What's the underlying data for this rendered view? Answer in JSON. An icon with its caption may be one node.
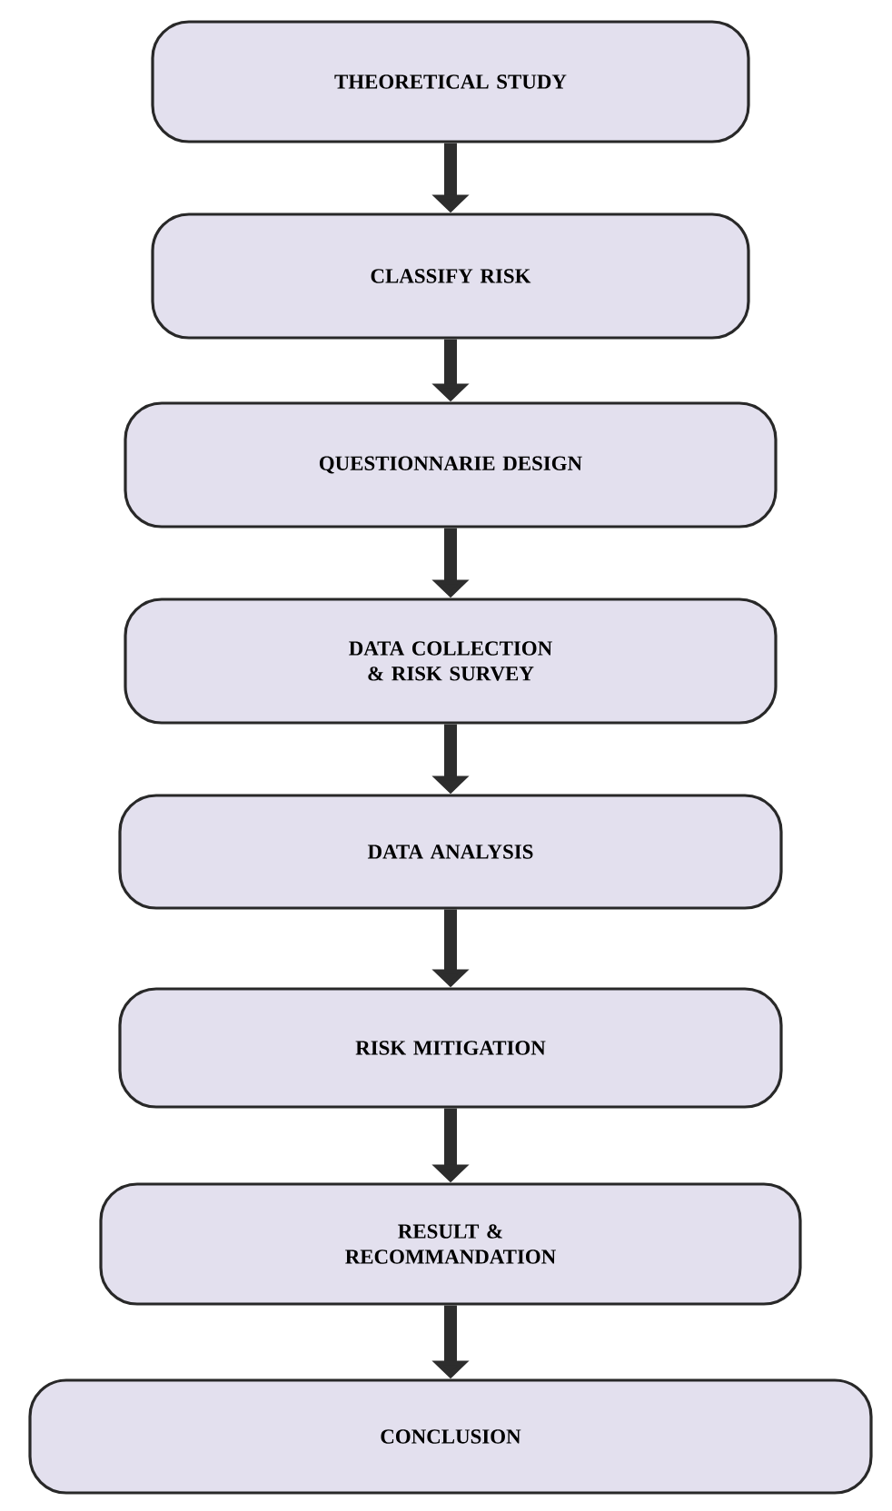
{
  "diagram": {
    "nodes": [
      {
        "text": [
          "THEORETICAL STUDY"
        ]
      },
      {
        "text": [
          "CLASSIFY RISK"
        ]
      },
      {
        "text": [
          "QUESTIONNARIE DESIGN"
        ]
      },
      {
        "text": [
          "DATA COLLECTION & RISK SURVEY"
        ]
      },
      {
        "text": [
          "DATA ANALYSIS"
        ]
      },
      {
        "text": [
          "RISK MITIGATION"
        ]
      },
      {
        "text": [
          "RESULT & RECOMMANDATION"
        ]
      },
      {
        "text": [
          "CONCLUSION"
        ]
      }
    ],
    "edges": [
      {
        "from": 0,
        "to": 1,
        "arrow": "to"
      },
      {
        "from": 1,
        "to": 2,
        "arrow": "to"
      },
      {
        "from": 2,
        "to": 3,
        "arrow": "to"
      },
      {
        "from": 3,
        "to": 4,
        "arrow": "to"
      },
      {
        "from": 4,
        "to": 5,
        "arrow": "to"
      },
      {
        "from": 5,
        "to": 6,
        "arrow": "to"
      },
      {
        "from": 6,
        "to": 7,
        "arrow": "to"
      }
    ]
  }
}
